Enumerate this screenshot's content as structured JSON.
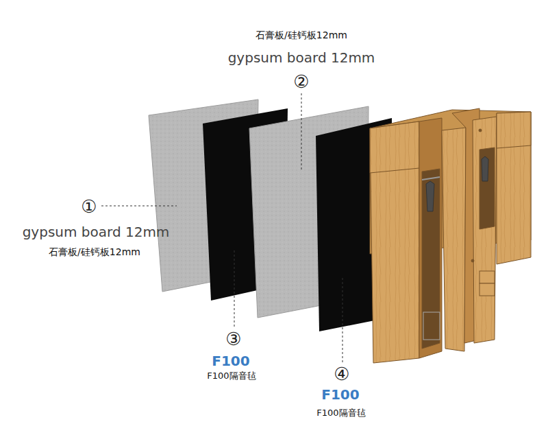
{
  "diagram": {
    "labels": [
      "石膏板/硅钙板12mm",
      "gypsum board 12mm",
      "②",
      "①",
      "gypsum board 12mm",
      "石膏板/硅钙板12mm",
      "③",
      "F100",
      "F100隔音毡",
      "④",
      "F100",
      "F100隔音毡"
    ]
  }
}
